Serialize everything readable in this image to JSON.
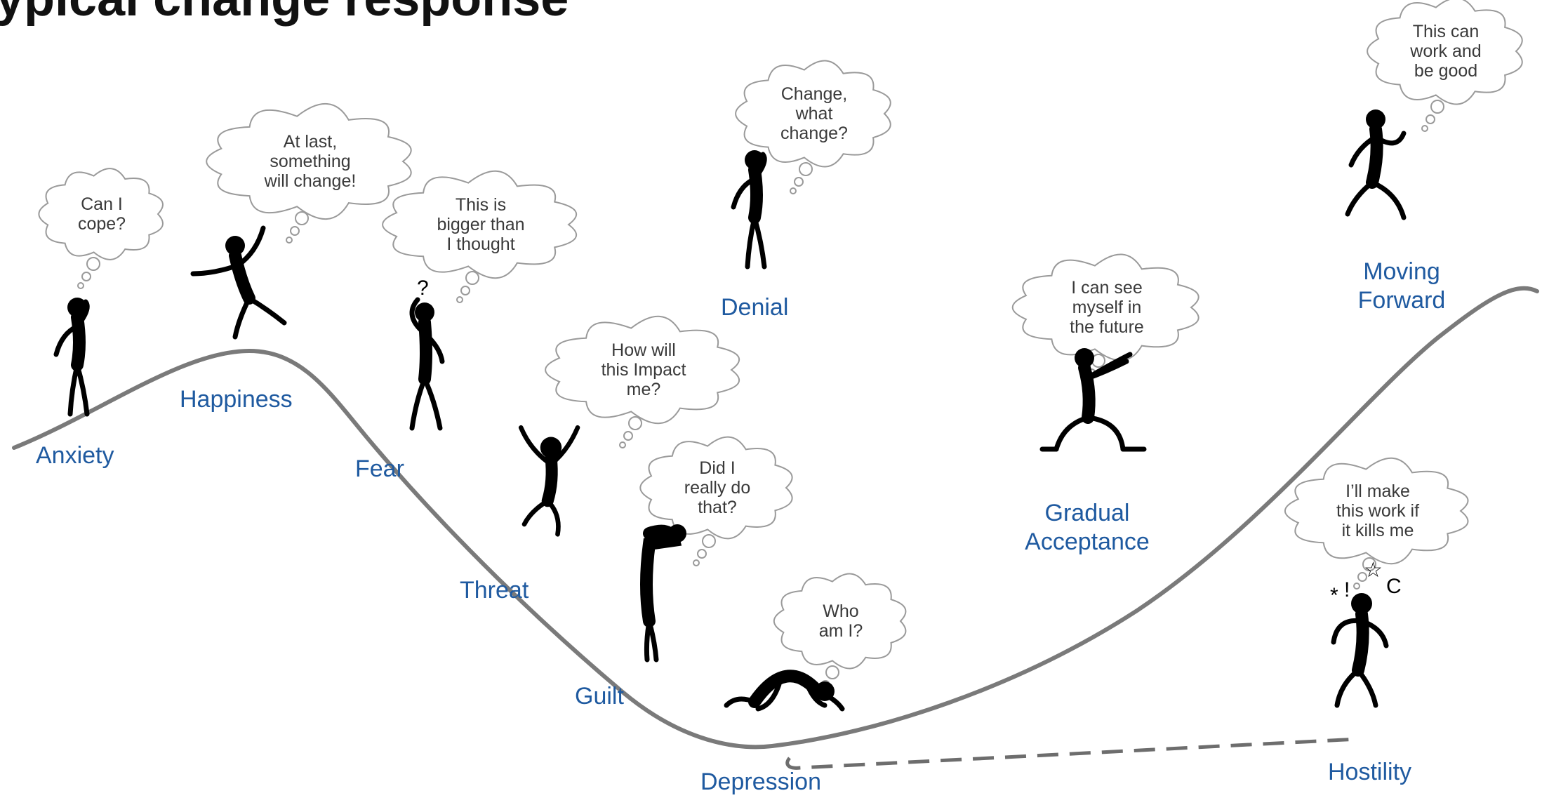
{
  "title_partial": "ypical change response",
  "curve_color": "#7a7a7a",
  "label_color": "#1f5aa0",
  "stages": [
    {
      "id": "anxiety",
      "label": "Anxiety",
      "thought": [
        "Can I",
        "cope?"
      ]
    },
    {
      "id": "happiness",
      "label": "Happiness",
      "thought": [
        "At last,",
        "something",
        "will change!"
      ]
    },
    {
      "id": "fear",
      "label": "Fear",
      "thought": [
        "This is",
        "bigger than",
        "I thought"
      ]
    },
    {
      "id": "threat",
      "label": "Threat",
      "thought": [
        "How will",
        "this Impact",
        "me?"
      ]
    },
    {
      "id": "guilt",
      "label": "Guilt",
      "thought": [
        "Did I",
        "really do",
        "that?"
      ]
    },
    {
      "id": "depression",
      "label": "Depression",
      "thought": [
        "Who",
        "am I?"
      ]
    },
    {
      "id": "denial",
      "label": "Denial",
      "thought": [
        "Change,",
        "what",
        "change?"
      ]
    },
    {
      "id": "gradual-acceptance",
      "label": [
        "Gradual",
        "Acceptance"
      ],
      "thought": [
        "I can see",
        "myself in",
        "the future"
      ]
    },
    {
      "id": "moving-forward",
      "label": [
        "Moving",
        "Forward"
      ],
      "thought": [
        "This can",
        "work and",
        "be good"
      ]
    },
    {
      "id": "hostility",
      "label": "Hostility",
      "thought": [
        "I’ll make",
        "this work if",
        "it kills me"
      ]
    }
  ]
}
